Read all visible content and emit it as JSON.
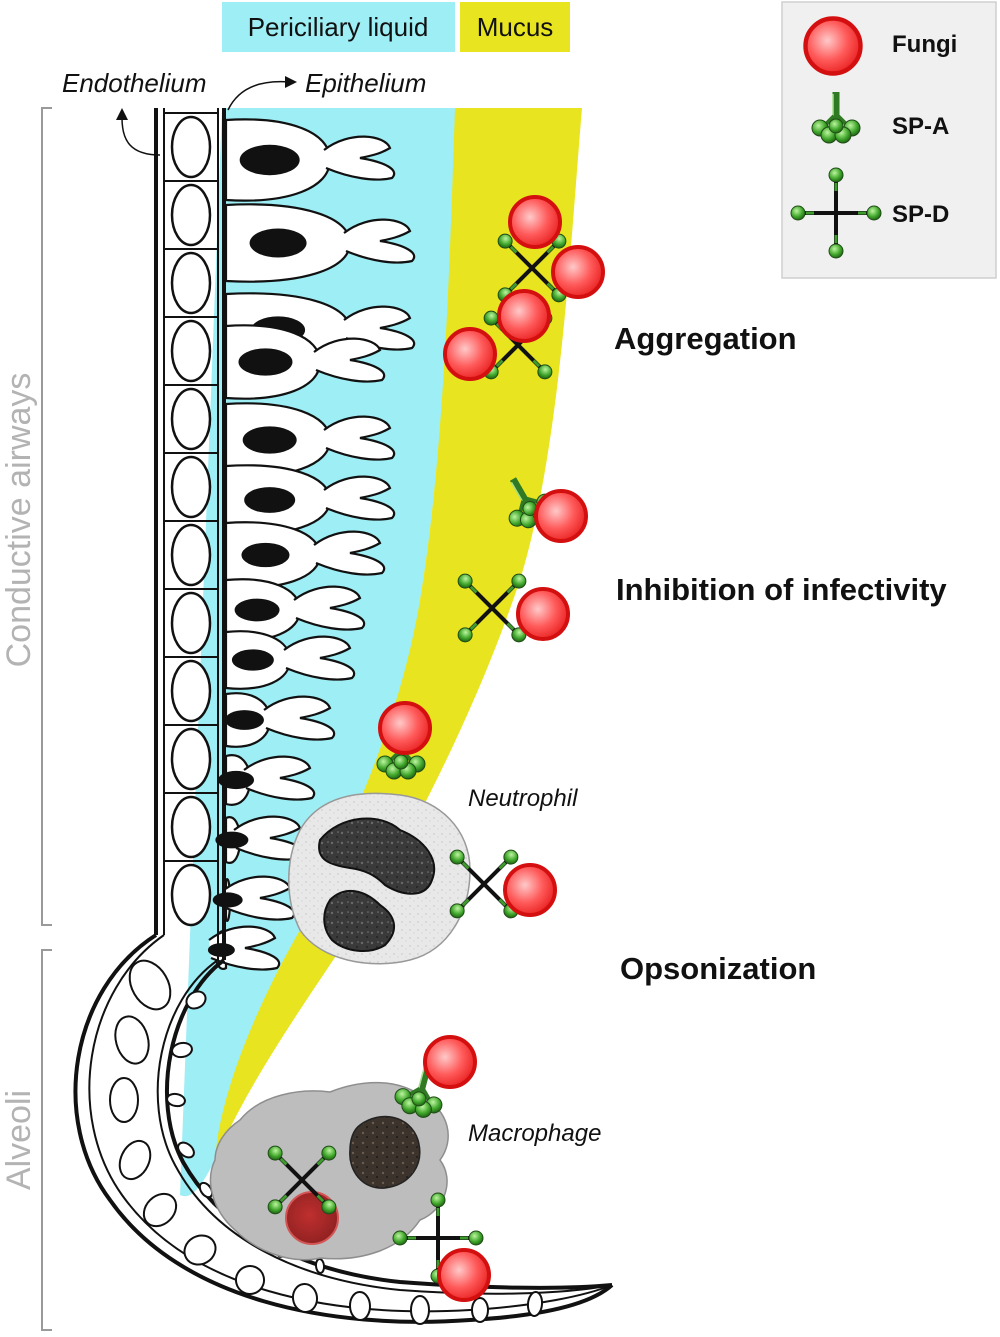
{
  "header_boxes": {
    "periciliary": "Periciliary liquid",
    "mucus": "Mucus"
  },
  "tissue_labels": {
    "endothelium": "Endothelium",
    "epithelium": "Epithelium"
  },
  "legend": {
    "items": [
      {
        "label": "Fungi",
        "icon": "fungus-icon"
      },
      {
        "label": "SP-A",
        "icon": "sp-a-icon"
      },
      {
        "label": "SP-D",
        "icon": "sp-d-icon"
      }
    ]
  },
  "regions": {
    "conductive": "Conductive airways",
    "alveoli": "Alveoli"
  },
  "processes": {
    "aggregation": "Aggregation",
    "inhibition": "Inhibition of infectivity",
    "opsonization": "Opsonization"
  },
  "cells": {
    "neutrophil": "Neutrophil",
    "macrophage": "Macrophage"
  },
  "colors": {
    "periciliary": "#9eeef5",
    "mucus": "#e8e41f",
    "fungus": "#ff4a4a",
    "surfactant": "#3f9a2e",
    "legend_bg": "#f0f0f0"
  }
}
